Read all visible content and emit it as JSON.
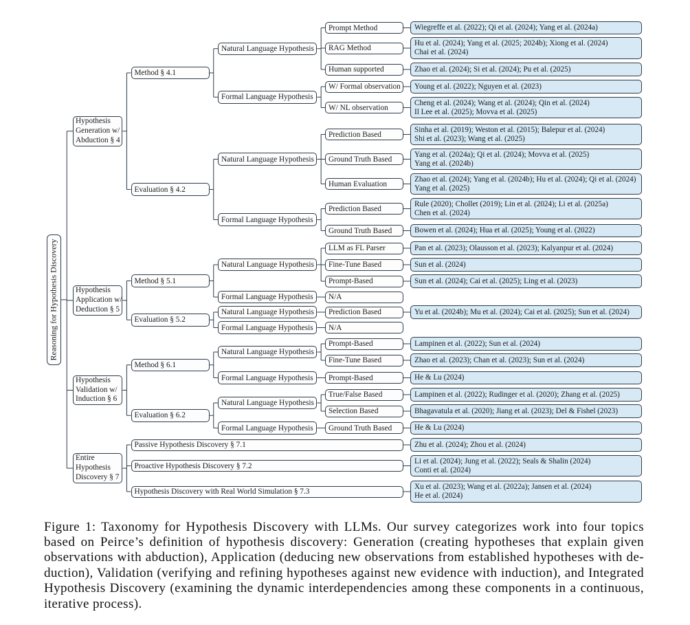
{
  "figure_caption": {
    "lines": [
      "Figure 1: Taxonomy for Hypothesis Discovery with LLMs. Our survey categorizes work into four topics",
      "based on Peirce’s definition of hypothesis discovery: Generation (creating hypotheses that explain given",
      "observations with abduction), Application (deducing new observations from established hypotheses with de-",
      "duction), Validation (verifying and refining hypotheses against new evidence with induction), and Integrated",
      "Hypothesis Discovery (examining the dynamic interdependencies among these components in a continuous,",
      "iterative process)."
    ]
  },
  "diagram": {
    "colors": {
      "box_border": "#2e3c49",
      "box_fill": "#fdfdfe",
      "citation_fill": "#d6e9f5",
      "text": "#1a1a1a",
      "background": "#ffffff"
    },
    "root": {
      "label": "Reasoning for Hypothesis Discovery",
      "children": [
        {
          "label": "Hypothesis\nGeneration w/\nAbduction § 4",
          "children": [
            {
              "label": "Method § 4.1",
              "children": [
                {
                  "label": "Natural Language Hypothesis",
                  "children": [
                    {
                      "label": "Prompt Method",
                      "citations": [
                        "Wiegreffe et al. (2022); Qi et al. (2024); Yang et al. (2024a)"
                      ]
                    },
                    {
                      "label": "RAG Method",
                      "citations": [
                        "Hu et al. (2024); Yang et al. (2025; 2024b); Xiong et al. (2024)",
                        "Chai et al. (2024)"
                      ]
                    },
                    {
                      "label": "Human supported",
                      "citations": [
                        "Zhao et al. (2024); Si et al. (2024); Pu et al. (2025)"
                      ]
                    }
                  ]
                },
                {
                  "label": "Formal Language Hypothesis",
                  "children": [
                    {
                      "label": "W/ Formal observation",
                      "citations": [
                        "Young et al. (2022); Nguyen et al. (2023)"
                      ]
                    },
                    {
                      "label": "W/ NL observation",
                      "citations": [
                        "Cheng et al. (2024); Wang et al. (2024); Qin et al. (2024)",
                        "Il Lee et al. (2025); Movva et al. (2025)"
                      ]
                    }
                  ]
                }
              ]
            },
            {
              "label": "Evaluation § 4.2",
              "children": [
                {
                  "label": "Natural Language Hypothesis",
                  "children": [
                    {
                      "label": "Prediction Based",
                      "citations": [
                        "Sinha et al. (2019); Weston et al. (2015); Balepur et al. (2024)",
                        "Shi et al. (2023); Wang et al. (2025)"
                      ]
                    },
                    {
                      "label": "Ground Truth Based",
                      "citations": [
                        "Yang et al. (2024a); Qi et al. (2024); Movva et al. (2025)",
                        "Yang et al. (2024b)"
                      ]
                    },
                    {
                      "label": "Human Evaluation",
                      "citations": [
                        "Zhao et al. (2024); Yang et al. (2024b); Hu et al. (2024); Qi et al. (2024)",
                        "Yang et al. (2025)"
                      ]
                    }
                  ]
                },
                {
                  "label": "Formal Language Hypothesis",
                  "children": [
                    {
                      "label": "Prediction Based",
                      "citations": [
                        "Rule (2020); Chollet (2019); Lin et al. (2024); Li et al. (2025a)",
                        "Chen et al. (2024)"
                      ]
                    },
                    {
                      "label": "Ground Truth Based",
                      "citations": [
                        "Bowen et al. (2024); Hua et al. (2025); Young et al. (2022)"
                      ]
                    }
                  ]
                }
              ]
            }
          ]
        },
        {
          "label": "Hypothesis\nApplication w/\nDeduction § 5",
          "children": [
            {
              "label": "Method § 5.1",
              "children": [
                {
                  "label": "Natural Language Hypothesis",
                  "children": [
                    {
                      "label": "LLM as FL Parser",
                      "citations": [
                        "Pan et al. (2023); Olausson et al. (2023); Kalyanpur et al. (2024)"
                      ]
                    },
                    {
                      "label": "Fine-Tune Based",
                      "citations": [
                        "Sun et al. (2024)"
                      ]
                    },
                    {
                      "label": "Prompt-Based",
                      "citations": [
                        "Sun et al. (2024); Cai et al. (2025); Ling et al. (2023)"
                      ]
                    }
                  ]
                },
                {
                  "label": "Formal Language Hypothesis",
                  "children": [
                    {
                      "label": "N/A"
                    }
                  ]
                }
              ]
            },
            {
              "label": "Evaluation § 5.2",
              "children": [
                {
                  "label": "Natural Language Hypothesis",
                  "children": [
                    {
                      "label": "Prediction Based",
                      "citations": [
                        "Yu et al. (2024b); Mu et al. (2024); Cai et al. (2025); Sun et al. (2024)"
                      ]
                    }
                  ]
                },
                {
                  "label": "Formal Language Hypothesis",
                  "children": [
                    {
                      "label": "N/A"
                    }
                  ]
                }
              ]
            }
          ]
        },
        {
          "label": "Hypothesis\nValidation w/\nInduction § 6",
          "children": [
            {
              "label": "Method § 6.1",
              "children": [
                {
                  "label": "Natural Language Hypothesis",
                  "children": [
                    {
                      "label": "Prompt-Based",
                      "citations": [
                        "Lampinen et al. (2022); Sun et al. (2024)"
                      ]
                    },
                    {
                      "label": "Fine-Tune Based",
                      "citations": [
                        "Zhao et al. (2023); Chan et al. (2023); Sun et al. (2024)"
                      ]
                    }
                  ]
                },
                {
                  "label": "Formal Language Hypothesis",
                  "children": [
                    {
                      "label": "Prompt-Based",
                      "citations": [
                        "He & Lu (2024)"
                      ]
                    }
                  ]
                }
              ]
            },
            {
              "label": "Evaluation § 6.2",
              "children": [
                {
                  "label": "Natural Language Hypothesis",
                  "children": [
                    {
                      "label": "True/False Based",
                      "citations": [
                        "Lampinen et al. (2022); Rudinger et al. (2020); Zhang et al. (2025)"
                      ]
                    },
                    {
                      "label": "Selection Based",
                      "citations": [
                        "Bhagavatula et al. (2020); Jiang et al. (2023); Del & Fishel (2023)"
                      ]
                    }
                  ]
                },
                {
                  "label": "Formal Language Hypothesis",
                  "children": [
                    {
                      "label": "Ground Truth Based",
                      "citations": [
                        "He & Lu (2024)"
                      ]
                    }
                  ]
                }
              ]
            }
          ]
        },
        {
          "label": "Entire\nHypothesis\nDiscovery § 7",
          "children": [
            {
              "label": "Passive Hypothesis Discovery § 7.1",
              "wide": true,
              "citations": [
                "Zhu et al. (2024); Zhou et al. (2024)"
              ]
            },
            {
              "label": "Proactive Hypothesis Discovery § 7.2",
              "wide": true,
              "citations": [
                "Li et al. (2024); Jung et al. (2022); Seals & Shalin (2024)",
                "Conti et al. (2024)"
              ]
            },
            {
              "label": "Hypothesis Discovery with Real World Simulation § 7.3",
              "wide": true,
              "citations": [
                "Xu et al. (2023); Wang et al. (2022a); Jansen et al. (2024)",
                "He et al. (2024)"
              ]
            }
          ]
        }
      ]
    }
  }
}
